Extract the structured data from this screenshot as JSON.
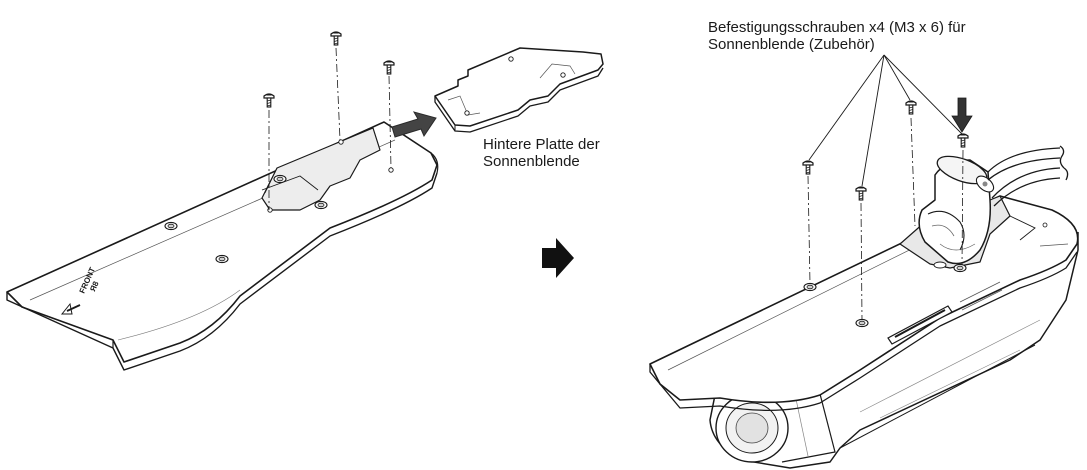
{
  "labels": {
    "back_plate": {
      "line1": "Hintere Platte der",
      "line2": "Sonnenblende"
    },
    "screws": {
      "line1": "Befestigungsschrauben x4 (M3 x 6) für",
      "line2": "Sonnenblende (Zubehör)"
    }
  },
  "markings": {
    "front": "FRONT",
    "front_sub": "Я8"
  },
  "icons": {
    "screw": "screw-icon",
    "step_arrow": "arrow-right-icon",
    "insert_arrow": "arrow-icon",
    "press_arrow": "arrow-down-icon"
  }
}
